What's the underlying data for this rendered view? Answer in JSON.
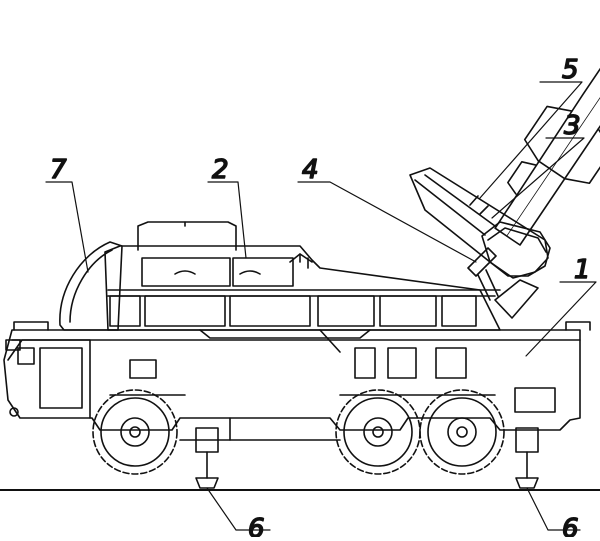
{
  "diagram": {
    "labels": {
      "label_1": "1",
      "label_2": "2",
      "label_3": "3",
      "label_4": "4",
      "label_5": "5",
      "label_6_left": "6",
      "label_6_right": "6",
      "label_7": "7"
    },
    "colors": {
      "line": "#111111",
      "background": "#ffffff"
    }
  }
}
